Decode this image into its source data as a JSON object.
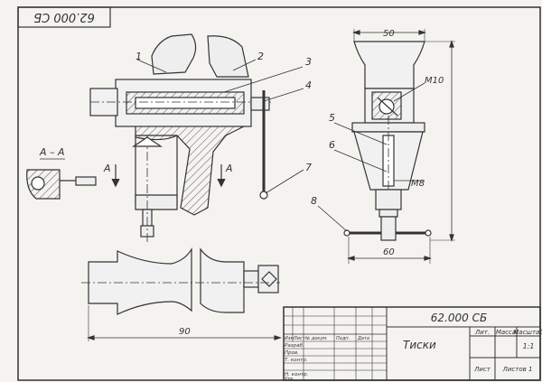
{
  "drawing": {
    "code_top": "62.000 СБ",
    "section_label": "А – А",
    "cut_mark": "А",
    "part_numbers": [
      "1",
      "2",
      "3",
      "4",
      "5",
      "6",
      "7",
      "8"
    ],
    "dims": {
      "top_width": "50",
      "thread_m10": "М10",
      "thread_m8": "М8",
      "base_width": "60",
      "plan_length": "90"
    }
  },
  "title_block": {
    "code": "62.000 СБ",
    "name": "Тиски",
    "headers": [
      "Лит.",
      "Масса",
      "Масштаб"
    ],
    "scale": "1:1",
    "sheet": "Лист",
    "sheets": "Листов 1",
    "columns": [
      "Изм",
      "Лист",
      "№ докум.",
      "Подп.",
      "Дата"
    ],
    "rows": [
      "Разраб.",
      "Пров.",
      "Т. контр.",
      "",
      "Н. контр.",
      "Утв."
    ]
  }
}
